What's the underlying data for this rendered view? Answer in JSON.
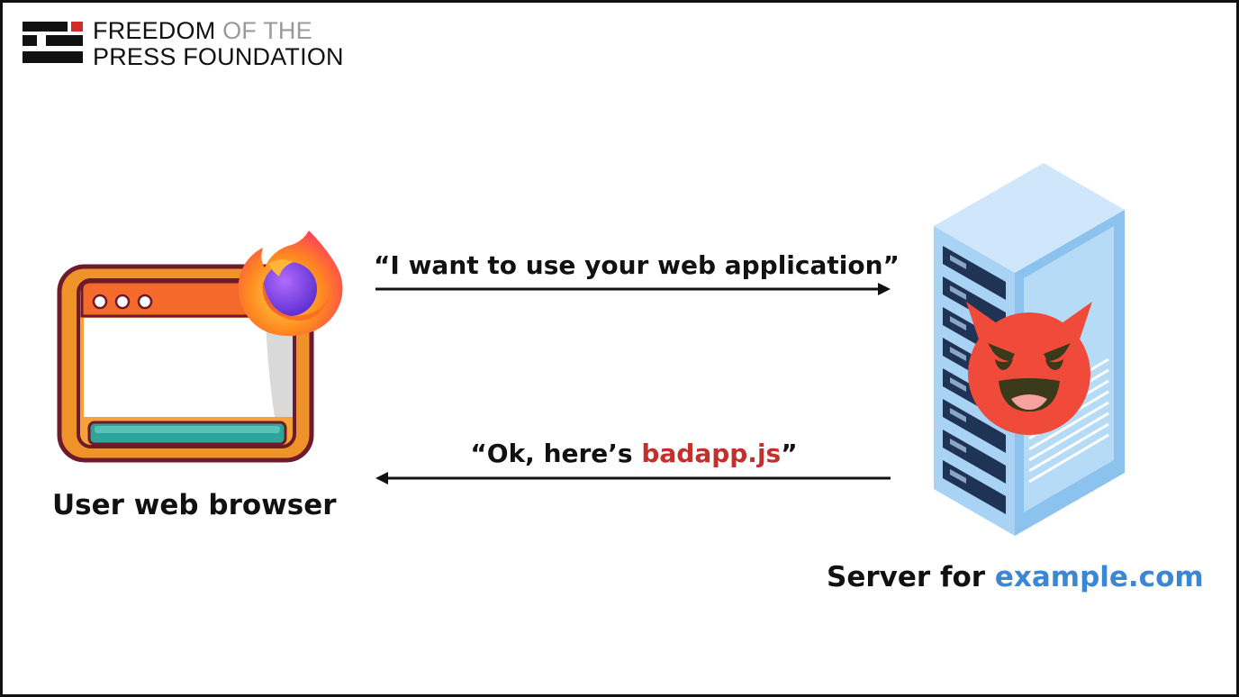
{
  "logo": {
    "line1_dark": "FREEDOM",
    "line1_gray": "OF THE",
    "line2": "PRESS FOUNDATION",
    "icon": "fpf-logo-icon"
  },
  "request_message": "“I want to use your web application”",
  "response_message": {
    "prefix": "“Ok, here’s ",
    "filename": "badapp.js",
    "suffix": "”"
  },
  "browser": {
    "caption": "User web browser",
    "icon": "browser-window-icon",
    "badge_icon": "firefox-icon"
  },
  "server": {
    "caption_prefix": "Server for ",
    "domain": "example.com",
    "icon": "server-rack-icon",
    "badge_icon": "devil-face-icon"
  },
  "colors": {
    "malicious": "#c3302c",
    "domain": "#3b87d4",
    "frame": "#111111"
  }
}
